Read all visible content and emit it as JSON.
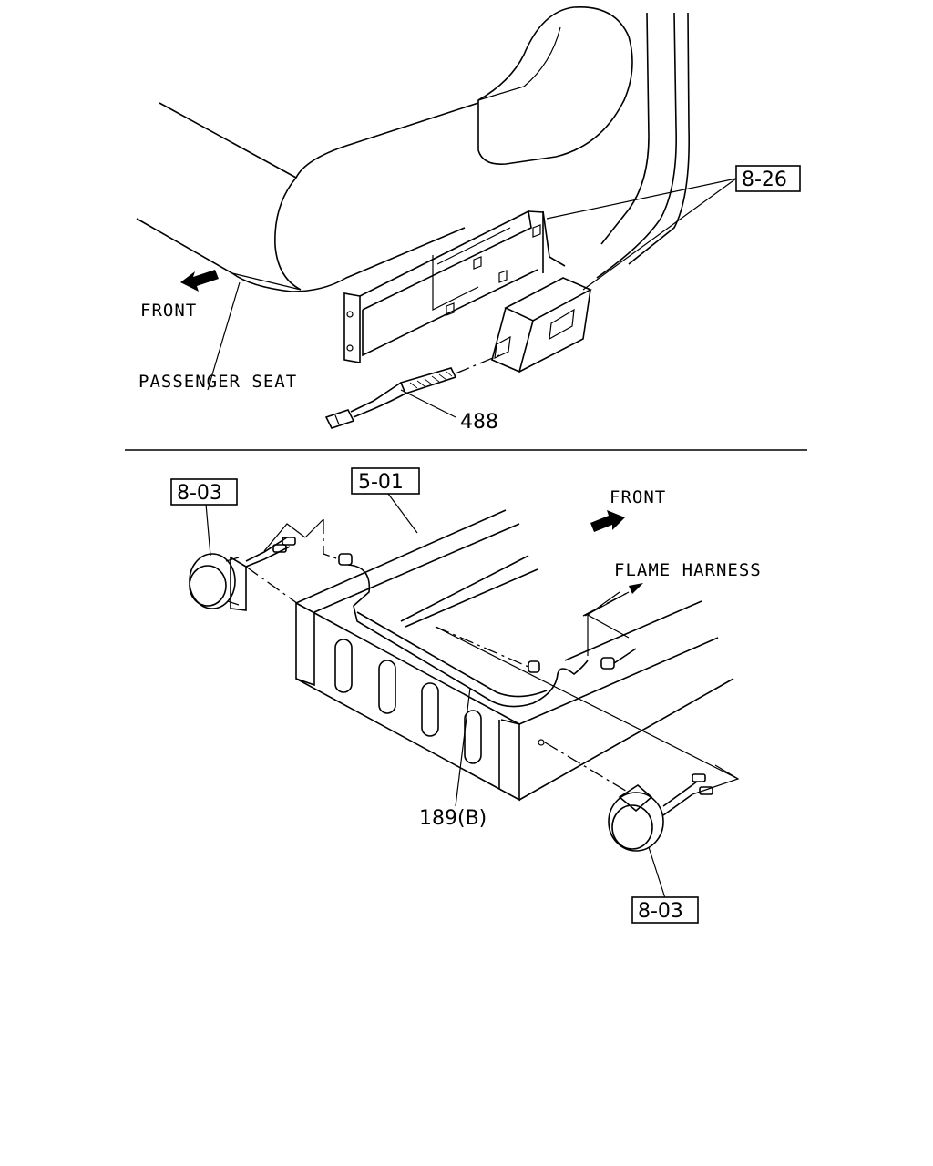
{
  "top_view": {
    "front_label": "FRONT",
    "passenger_seat_label": "PASSENGER SEAT",
    "ref_8_26": "8-26",
    "part_488": "488"
  },
  "bottom_view": {
    "ref_8_03_left": "8-03",
    "ref_5_01": "5-01",
    "front_label": "FRONT",
    "flame_harness_label": "FLAME HARNESS",
    "part_189b": "189(B)",
    "ref_8_03_right": "8-03"
  }
}
